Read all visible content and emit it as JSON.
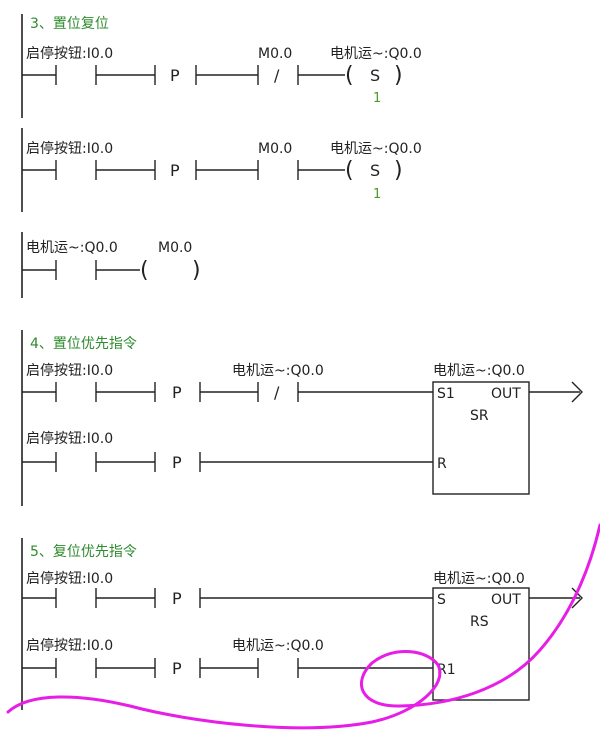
{
  "sections": {
    "s3": {
      "title": "3、置位复位",
      "r1": {
        "contact_a": "启停按钮:I0.0",
        "contact_b": "M0.0",
        "coil": "电机运~:Q0.0",
        "p": "P",
        "slash": "/",
        "coil_sym": "S",
        "coil_num": "1"
      },
      "r2": {
        "contact_a": "启停按钮:I0.0",
        "contact_b": "M0.0",
        "coil": "电机运~:Q0.0",
        "p": "P",
        "coil_sym": "S",
        "coil_num": "1"
      },
      "r3": {
        "contact_a": "电机运~:Q0.0",
        "coil": "M0.0"
      }
    },
    "s4": {
      "title": "4、置位优先指令",
      "r1": {
        "contact_a": "启停按钮:I0.0",
        "p": "P",
        "contact_b": "电机运~:Q0.0",
        "slash": "/"
      },
      "r2": {
        "contact_a": "启停按钮:I0.0",
        "p": "P"
      },
      "block": {
        "label": "电机运~:Q0.0",
        "in1": "S1",
        "out": "OUT",
        "name": "SR",
        "in2": "R"
      }
    },
    "s5": {
      "title": "5、复位优先指令",
      "r1": {
        "contact_a": "启停按钮:I0.0",
        "p": "P"
      },
      "r2": {
        "contact_a": "启停按钮:I0.0",
        "p": "P",
        "contact_b": "电机运~:Q0.0"
      },
      "block": {
        "label": "电机运~:Q0.0",
        "in1": "S",
        "out": "OUT",
        "name": "RS",
        "in2": "R1"
      }
    }
  },
  "colors": {
    "heading": "#2e8b2e",
    "ink": "#222222",
    "annotation": "#e61ee6"
  }
}
